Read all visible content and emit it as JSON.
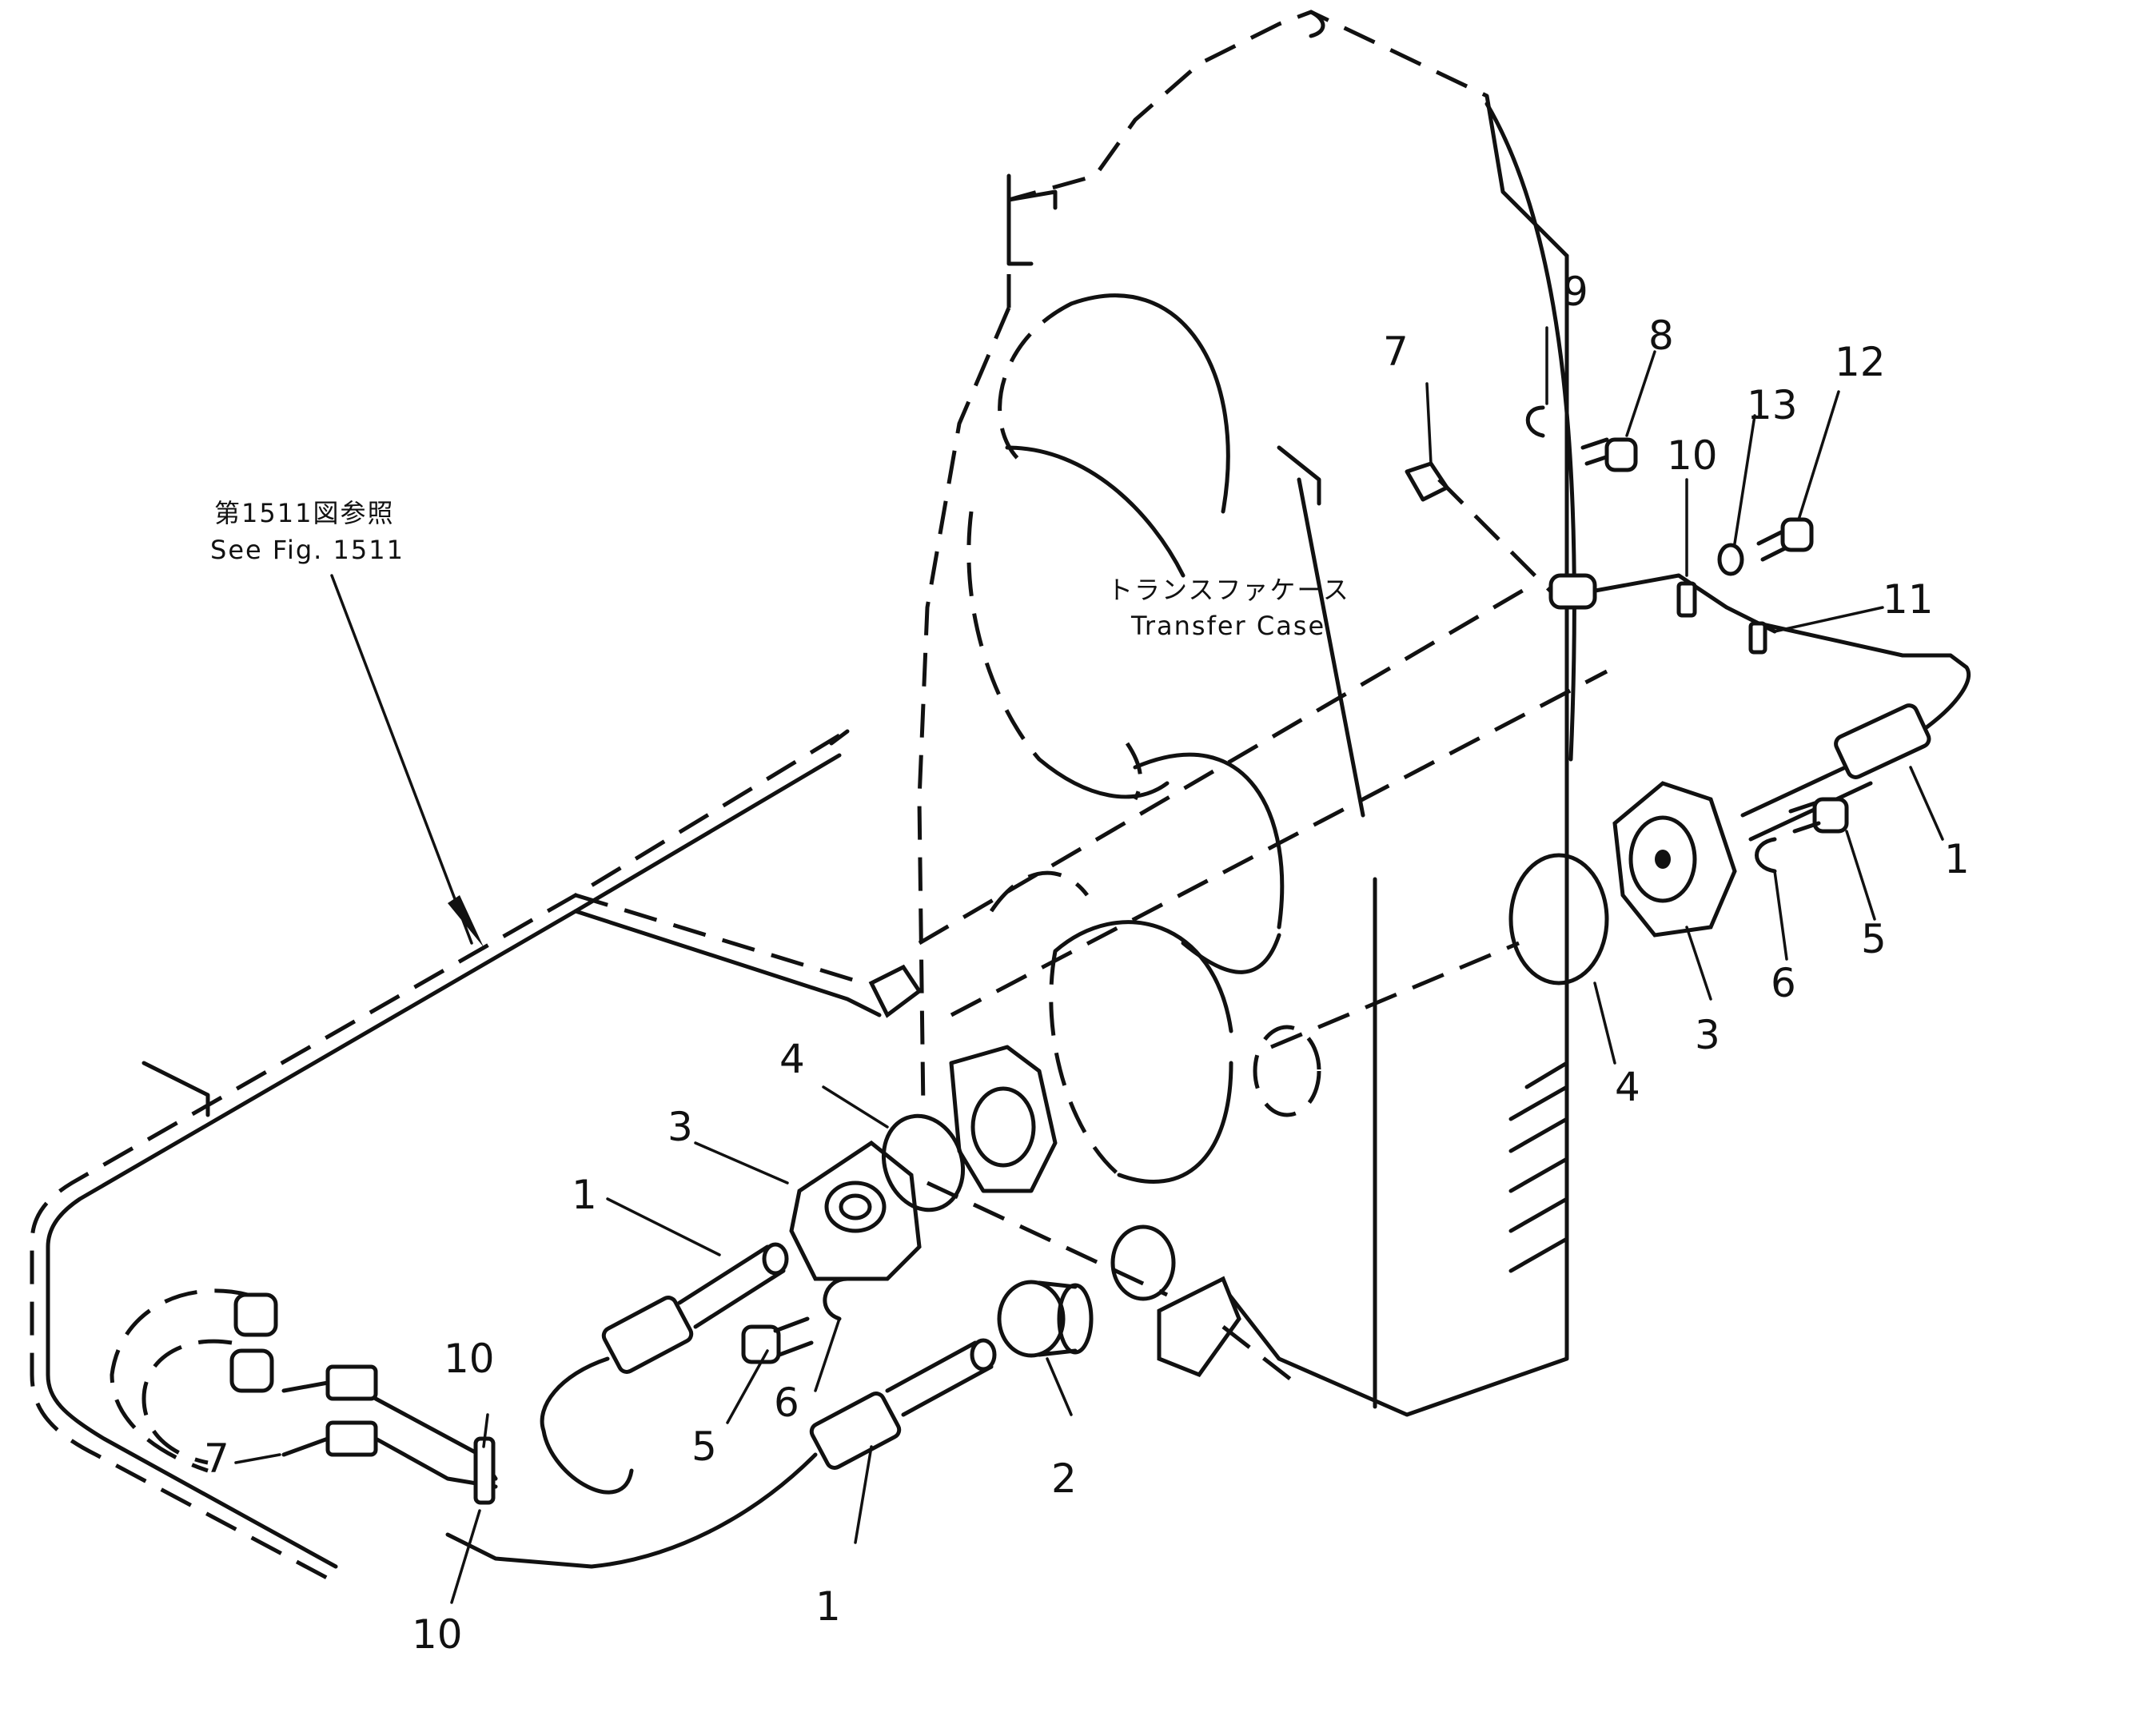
{
  "captions": {
    "ref_jp": "第1511図参照",
    "ref_en": "See Fig. 1511",
    "case_jp": "トランスファケース",
    "case_en": "Transfer Case"
  },
  "callouts": {
    "left_1_upper": "1",
    "left_1_lower": "1",
    "left_2": "2",
    "left_3": "3",
    "left_4": "4",
    "left_5": "5",
    "left_6": "6",
    "left_7": "7",
    "left_10_upper": "10",
    "left_10_lower": "10",
    "right_1": "1",
    "right_3": "3",
    "right_4": "4",
    "right_5": "5",
    "right_6": "6",
    "right_7": "7",
    "right_8": "8",
    "right_9": "9",
    "right_10": "10",
    "right_11": "11",
    "right_12": "12",
    "right_13": "13"
  }
}
